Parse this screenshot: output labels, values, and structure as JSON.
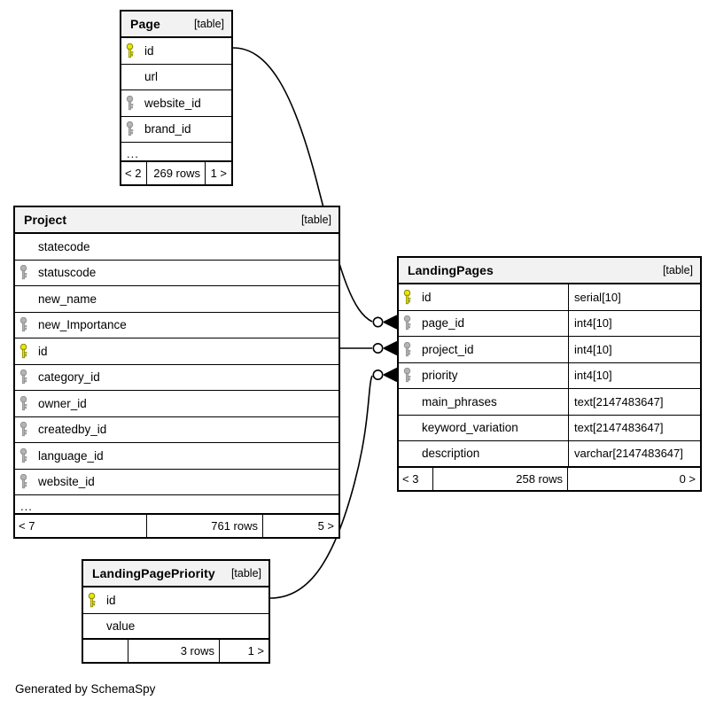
{
  "diagram": {
    "kind": "database-entity-relationship-diagram",
    "caption": "Generated by SchemaSpy",
    "table_tag": "[table]",
    "colors": {
      "background": "#ffffff",
      "border": "#000000",
      "header_background": "#f2f2f2",
      "primary_key_icon": "#e8e800",
      "foreign_key_icon": "#b4b4b4",
      "text": "#000000"
    }
  },
  "tables": [
    {
      "id": "page",
      "name": "Page",
      "tag": "[table]",
      "columns": [
        {
          "name": "id",
          "key": "primary",
          "type": ""
        },
        {
          "name": "url",
          "key": "none",
          "type": ""
        },
        {
          "name": "website_id",
          "key": "foreign",
          "type": ""
        },
        {
          "name": "brand_id",
          "key": "foreign",
          "type": ""
        }
      ],
      "ellipsis": "...",
      "footer": {
        "left": "< 2",
        "middle": "269 rows",
        "right": "1 >"
      }
    },
    {
      "id": "project",
      "name": "Project",
      "tag": "[table]",
      "columns": [
        {
          "name": "statecode",
          "key": "none",
          "type": ""
        },
        {
          "name": "statuscode",
          "key": "foreign",
          "type": ""
        },
        {
          "name": "new_name",
          "key": "none",
          "type": ""
        },
        {
          "name": "new_Importance",
          "key": "foreign",
          "type": ""
        },
        {
          "name": "id",
          "key": "primary",
          "type": ""
        },
        {
          "name": "category_id",
          "key": "foreign",
          "type": ""
        },
        {
          "name": "owner_id",
          "key": "foreign",
          "type": ""
        },
        {
          "name": "createdby_id",
          "key": "foreign",
          "type": ""
        },
        {
          "name": "language_id",
          "key": "foreign",
          "type": ""
        },
        {
          "name": "website_id",
          "key": "foreign",
          "type": ""
        }
      ],
      "ellipsis": "...",
      "footer": {
        "left": "< 7",
        "middle": "761 rows",
        "right": "5 >"
      }
    },
    {
      "id": "landingpages",
      "name": "LandingPages",
      "tag": "[table]",
      "columns": [
        {
          "name": "id",
          "key": "primary",
          "type": "serial[10]"
        },
        {
          "name": "page_id",
          "key": "foreign",
          "type": "int4[10]"
        },
        {
          "name": "project_id",
          "key": "foreign",
          "type": "int4[10]"
        },
        {
          "name": "priority",
          "key": "foreign",
          "type": "int4[10]"
        },
        {
          "name": "main_phrases",
          "key": "none",
          "type": "text[2147483647]"
        },
        {
          "name": "keyword_variation",
          "key": "none",
          "type": "text[2147483647]"
        },
        {
          "name": "description",
          "key": "none",
          "type": "varchar[2147483647]"
        }
      ],
      "ellipsis": "",
      "footer": {
        "left": "< 3",
        "middle": "258 rows",
        "right": "0 >"
      }
    },
    {
      "id": "landingpagepriority",
      "name": "LandingPagePriority",
      "tag": "[table]",
      "columns": [
        {
          "name": "id",
          "key": "primary",
          "type": ""
        },
        {
          "name": "value",
          "key": "none",
          "type": ""
        }
      ],
      "ellipsis": "",
      "footer": {
        "left": "",
        "middle": "3 rows",
        "right": "1 >"
      }
    }
  ],
  "relationships": [
    {
      "from_table": "Page",
      "from_column": "id",
      "to_table": "LandingPages",
      "to_column": "page_id",
      "cardinality": "zero-or-many"
    },
    {
      "from_table": "Project",
      "from_column": "id",
      "to_table": "LandingPages",
      "to_column": "project_id",
      "cardinality": "zero-or-many"
    },
    {
      "from_table": "LandingPagePriority",
      "from_column": "id",
      "to_table": "LandingPages",
      "to_column": "priority",
      "cardinality": "zero-or-many"
    }
  ]
}
